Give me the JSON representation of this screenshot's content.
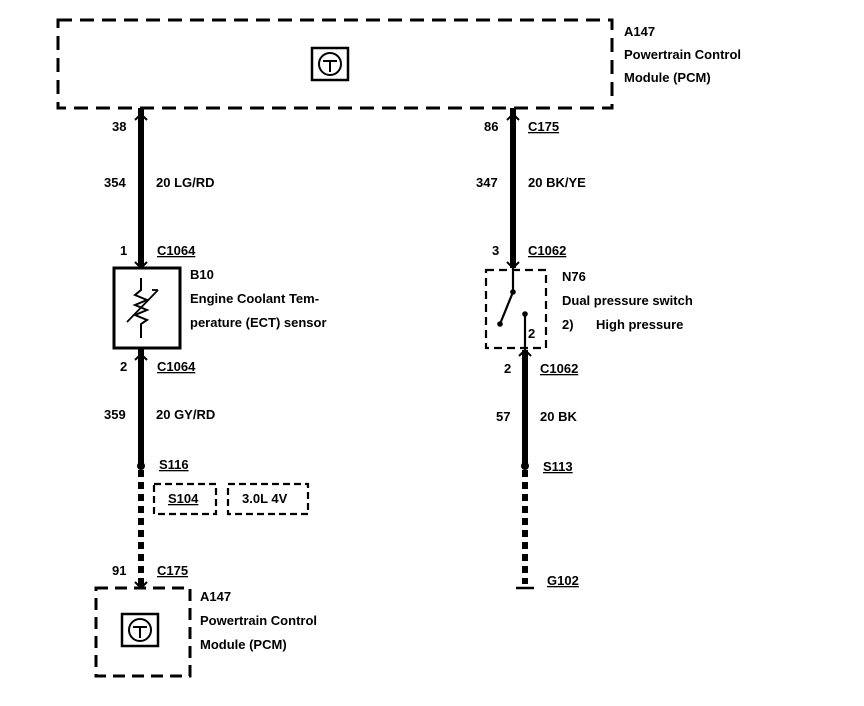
{
  "pcm_top": {
    "id": "A147",
    "name_line1": "Powertrain Control",
    "name_line2": "Module (PCM)"
  },
  "left_circuit": {
    "pin_top": "38",
    "circuit_a": "354",
    "wire_a": "20 LG/RD",
    "conn_pin_1": "1",
    "conn_1": "C1064",
    "sensor_id": "B10",
    "sensor_line1": "Engine Coolant Tem-",
    "sensor_line2": "perature (ECT) sensor",
    "conn_pin_2": "2",
    "conn_2": "C1064",
    "circuit_b": "359",
    "wire_b": "20 GY/RD",
    "splice": "S116",
    "splice_alt": "S104",
    "engine_variant": "3.0L 4V",
    "pin_bottom": "91",
    "conn_bottom": "C175"
  },
  "right_circuit": {
    "pin_top": "86",
    "conn_top": "C175",
    "circuit_a": "347",
    "wire_a": "20 BK/YE",
    "conn_pin_1": "3",
    "conn_1": "C1062",
    "switch_id": "N76",
    "switch_line1": "Dual pressure switch",
    "switch_note_num": "2)",
    "switch_note": "High pressure",
    "switch_contact": "2",
    "conn_pin_2": "2",
    "conn_2": "C1062",
    "circuit_b": "57",
    "wire_b": "20 BK",
    "splice": "S113",
    "ground": "G102"
  },
  "pcm_bottom": {
    "id": "A147",
    "name_line1": "Powertrain Control",
    "name_line2": "Module (PCM)"
  },
  "icons": [
    "pcm-module-icon",
    "thermistor-icon",
    "pressure-switch-icon",
    "ground-icon"
  ],
  "colors": {
    "ink": "#000000",
    "paper": "#ffffff"
  }
}
